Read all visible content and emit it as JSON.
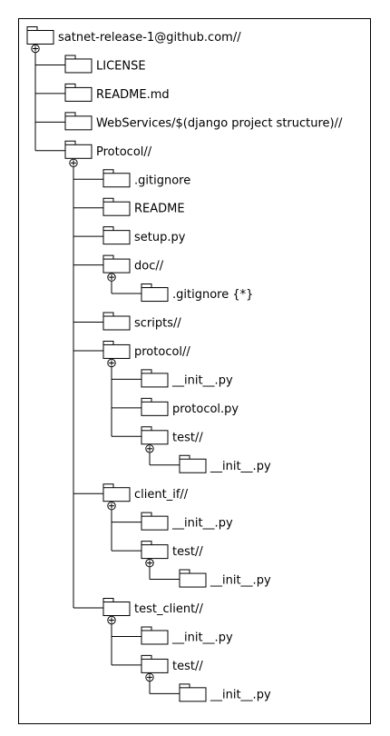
{
  "tree": {
    "label": "satnet-release-1@github.com//",
    "children": [
      {
        "label": "LICENSE"
      },
      {
        "label": "README.md"
      },
      {
        "label": "WebServices/$(django project structure)//"
      },
      {
        "label": "Protocol//",
        "children": [
          {
            "label": ".gitignore"
          },
          {
            "label": "README"
          },
          {
            "label": "setup.py"
          },
          {
            "label": "doc//",
            "children": [
              {
                "label": ".gitignore {*}"
              }
            ]
          },
          {
            "label": "scripts//"
          },
          {
            "label": "protocol//",
            "children": [
              {
                "label": "__init__.py"
              },
              {
                "label": "protocol.py"
              },
              {
                "label": "test//",
                "children": [
                  {
                    "label": "__init__.py"
                  }
                ]
              }
            ]
          },
          {
            "label": "client_if//",
            "children": [
              {
                "label": "__init__.py"
              },
              {
                "label": "test//",
                "children": [
                  {
                    "label": "__init__.py"
                  }
                ]
              }
            ]
          },
          {
            "label": "test_client//",
            "children": [
              {
                "label": "__init__.py"
              },
              {
                "label": "test//",
                "children": [
                  {
                    "label": "__init__.py"
                  }
                ]
              }
            ]
          }
        ]
      }
    ]
  }
}
